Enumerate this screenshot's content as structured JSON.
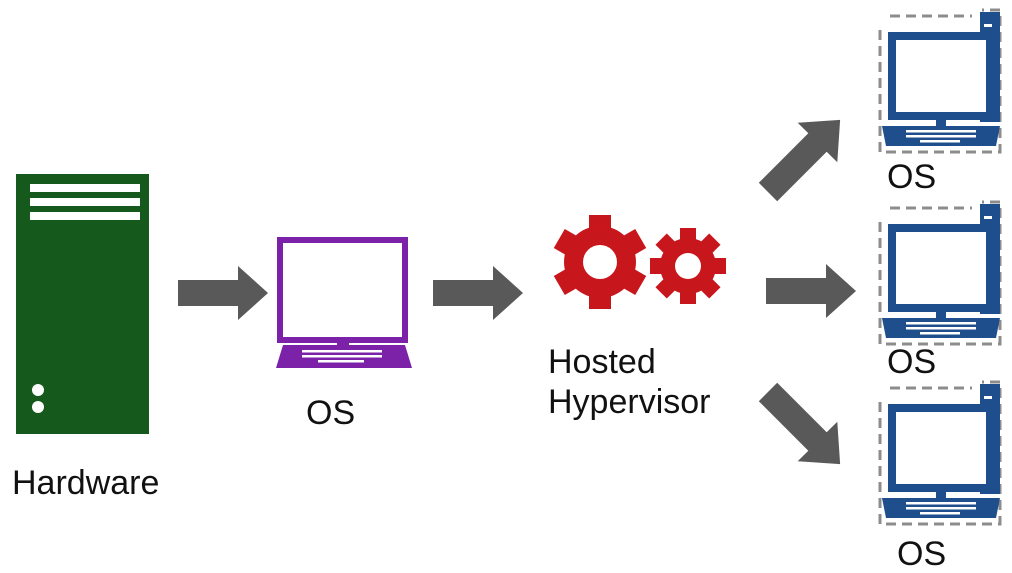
{
  "colors": {
    "server": "#15591c",
    "host_laptop": "#7b22a8",
    "gears": "#c8161d",
    "arrows": "#595959",
    "vm_laptop": "#1f4e8c",
    "vm_border": "#8c8c8c"
  },
  "nodes": {
    "hardware": {
      "label": "Hardware",
      "icon": "server-tower-icon"
    },
    "host_os": {
      "label": "OS",
      "icon": "laptop-icon"
    },
    "hypervisor": {
      "line1": "Hosted",
      "line2": "Hypervisor",
      "icon": "gears-icon"
    },
    "vms": [
      {
        "label": "OS",
        "icon": "virtual-laptop-icon"
      },
      {
        "label": "OS",
        "icon": "virtual-laptop-icon"
      },
      {
        "label": "OS",
        "icon": "virtual-laptop-icon"
      }
    ]
  }
}
